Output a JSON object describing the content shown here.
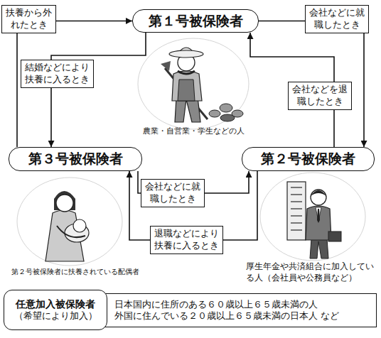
{
  "diagram": {
    "nodes": [
      {
        "text": [
          "第１号被保険者"
        ]
      },
      {
        "text": [
          "第３号被保険者"
        ]
      },
      {
        "text": [
          "第２号被保険者"
        ]
      },
      {
        "text": [
          "任意加入被保険者",
          "（希望により加入）"
        ]
      },
      {
        "text": [
          "日本国内に住所のある６０歳以上６５歳未満の人",
          "外国に住んでいる２０歳以上６５歳未満の日本人 など"
        ]
      }
    ],
    "edges": [
      {
        "from": 1,
        "to": 0,
        "arrow": "to",
        "label": "扶養から外れたとき"
      },
      {
        "from": 0,
        "to": 2,
        "arrow": "to",
        "label": "会社などに就職したとき"
      },
      {
        "from": 0,
        "to": 1,
        "arrow": "to",
        "label": "結婚などにより扶養に入るとき"
      },
      {
        "from": 2,
        "to": 0,
        "arrow": "to",
        "label": "会社などを退職したとき"
      },
      {
        "from": 1,
        "to": 2,
        "arrow": "to",
        "label": "会社などに就職したとき"
      },
      {
        "from": 2,
        "to": 1,
        "arrow": "to",
        "label": "退職などにより扶養に入るとき"
      }
    ],
    "labels": [
      "農業・自営業・学生などの人",
      "第２号被保険者に扶養されている配偶者",
      "厚生年金や共済組合に加入している人（会社員や公務員など）"
    ]
  }
}
